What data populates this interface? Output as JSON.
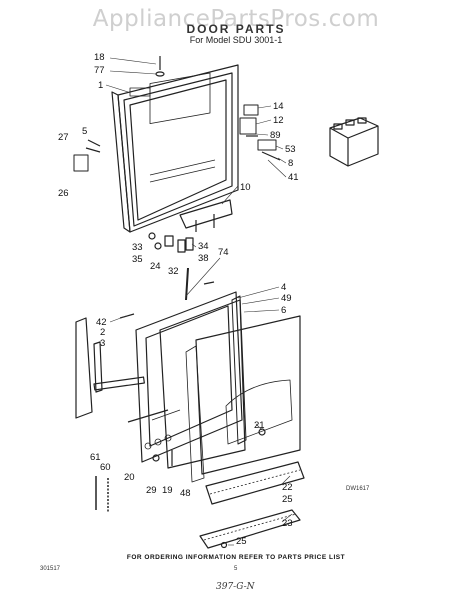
{
  "watermark": "AppliancePartsPros.com",
  "title": "DOOR PARTS",
  "subtitle": "For Model SDU 3001-1",
  "footer": "FOR ORDERING INFORMATION REFER TO PARTS PRICE LIST",
  "code_left": "301517",
  "page_mark": "5",
  "diagram_code": "DW1617",
  "handwritten_note": "397-G-N",
  "callouts": [
    "18",
    "77",
    "1",
    "27",
    "5",
    "26",
    "14",
    "12",
    "89",
    "53",
    "8",
    "41",
    "10",
    "33",
    "35",
    "24",
    "32",
    "34",
    "38",
    "74",
    "4",
    "49",
    "6",
    "42",
    "2",
    "3",
    "21",
    "20",
    "29",
    "19",
    "48",
    "61",
    "60",
    "22",
    "25",
    "23",
    "25"
  ]
}
